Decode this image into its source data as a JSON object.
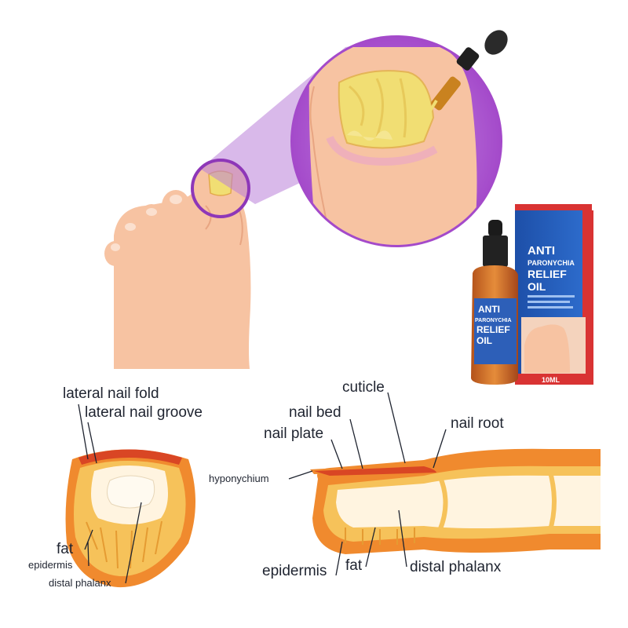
{
  "product": {
    "box_lines": [
      "ANTI",
      "PARONYCHIA",
      "RELIEF",
      "OIL"
    ],
    "bottle_lines": [
      "ANTI",
      "PARONYCHIA",
      "RELIEF",
      "OIL"
    ],
    "volume": "10ML"
  },
  "cross_section_labels": {
    "lateral_nail_fold": "lateral nail fold",
    "lateral_nail_groove": "lateral nail groove",
    "fat": "fat",
    "epidermis": "epidermis",
    "distal_phalanx": "distal phalanx"
  },
  "longitudinal_labels": {
    "cuticle": "cuticle",
    "nail_bed": "nail bed",
    "nail_plate": "nail plate",
    "nail_root": "nail root",
    "hyponychium": "hyponychium",
    "epidermis": "epidermis",
    "fat": "fat",
    "distal_phalanx": "distal phalanx"
  },
  "colors": {
    "skin": "#f7c3a2",
    "magnify_purple": "#a045c8",
    "infected_nail": "#f1de73",
    "tissue_orange": "#f08a2e",
    "fat_yellow": "#f6c25a",
    "bone_cream": "#fff4e0"
  }
}
